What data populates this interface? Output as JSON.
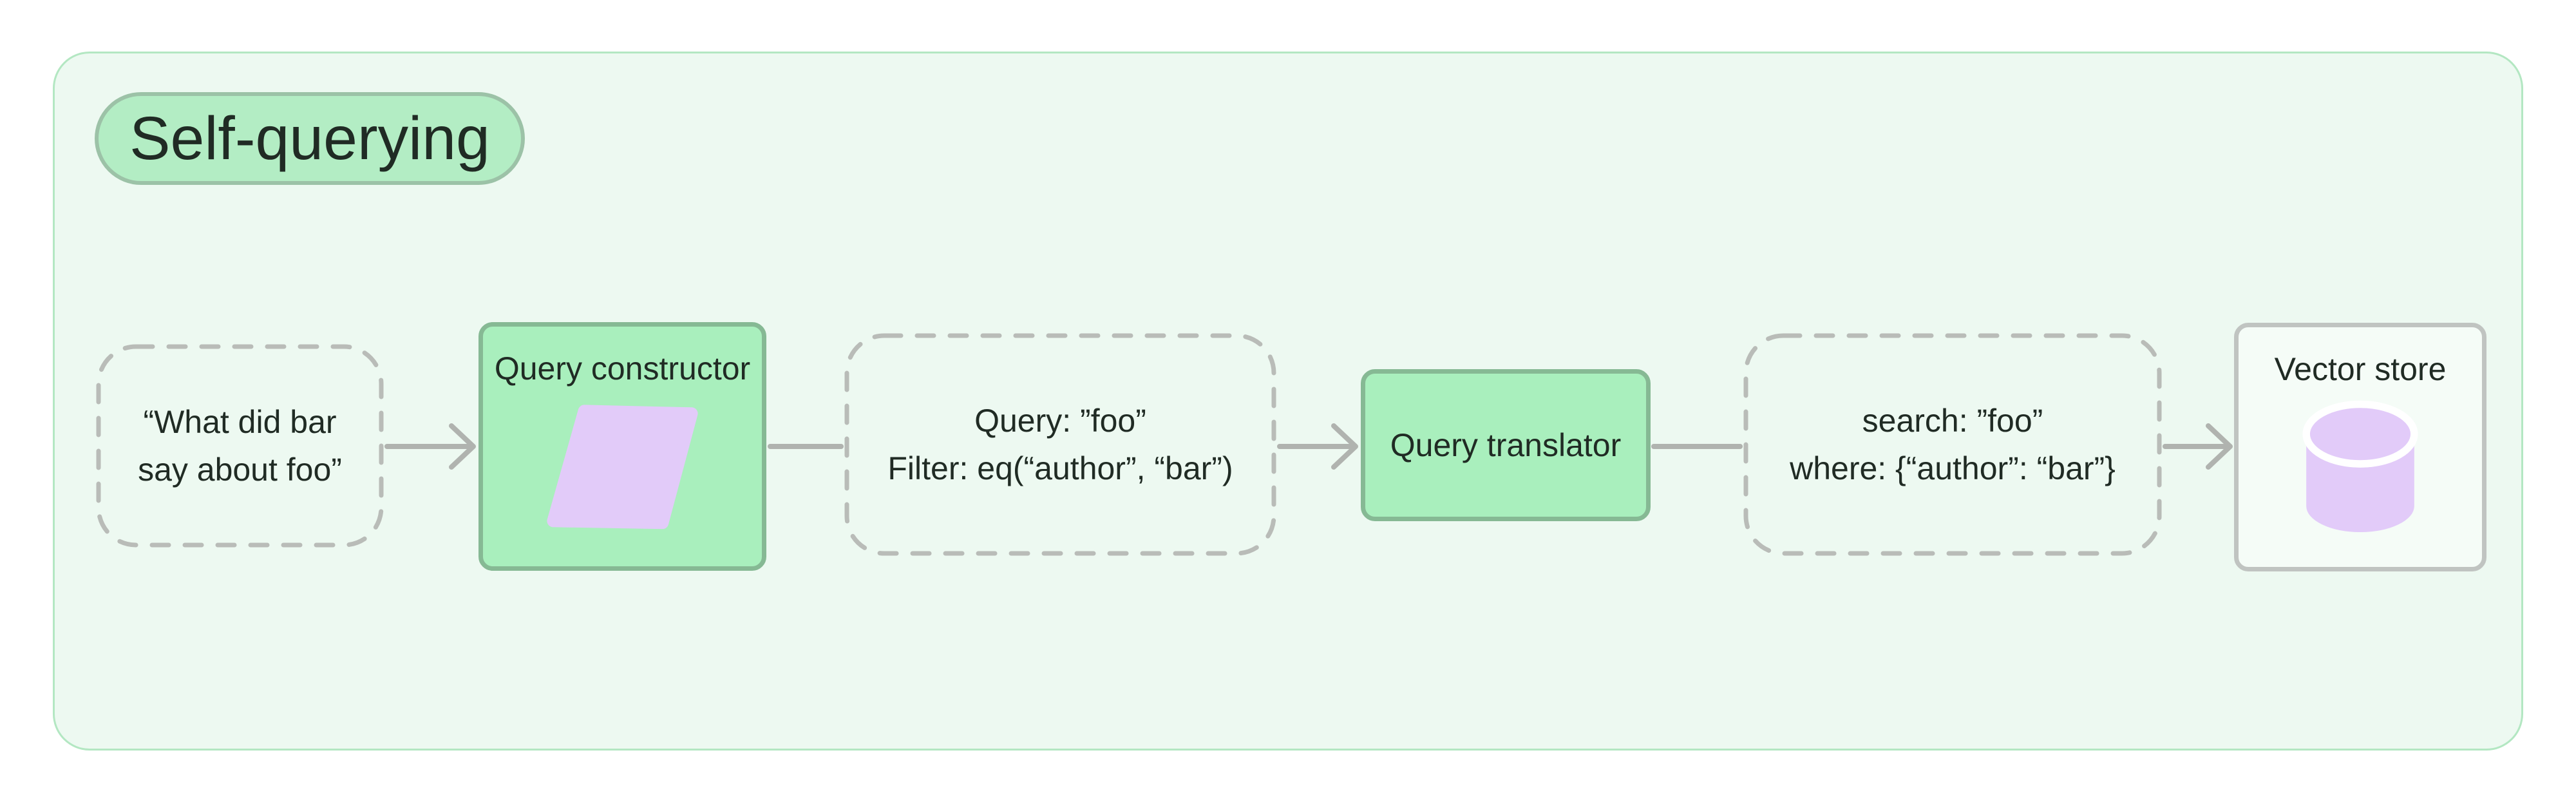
{
  "badge": {
    "label": "Self-querying"
  },
  "nodes": {
    "input_query": {
      "line1": "“What did bar",
      "line2": "say about foo”"
    },
    "query_constructor": {
      "label": "Query constructor",
      "icon": "parallelogram-icon"
    },
    "constructed_query": {
      "line1": "Query: ”foo”",
      "line2": "Filter: eq(“author”, “bar”)"
    },
    "query_translator": {
      "label": "Query translator"
    },
    "translated_query": {
      "line1": "search: ”foo”",
      "line2": "where: {“author”: “bar”}"
    },
    "vector_store": {
      "label": "Vector store",
      "icon": "database-icon"
    }
  },
  "connectors": [
    {
      "from": "input-query",
      "to": "query-constructor",
      "arrowhead": true
    },
    {
      "from": "query-constructor",
      "to": "constructed-query",
      "arrowhead": false
    },
    {
      "from": "constructed-query",
      "to": "query-translator",
      "arrowhead": true
    },
    {
      "from": "query-translator",
      "to": "translated-query",
      "arrowhead": false
    },
    {
      "from": "translated-query",
      "to": "vector-store",
      "arrowhead": true
    }
  ],
  "colors": {
    "page-bg": "#ffffff",
    "panel-bg": "#edf9f1",
    "panel-border": "#b3e7c2",
    "badge-bg": "#b3edc4",
    "badge-border": "#9cc2a7",
    "green-node-bg": "#a9efbd",
    "green-node-border": "#86b994",
    "outline-node-bg": "#f5fcf7",
    "outline-node-border": "#c0c4c1",
    "dashed-border": "#b9bcb8",
    "connector": "#b0b3af",
    "purple": "#e2cbf9",
    "text": "#202b24"
  }
}
